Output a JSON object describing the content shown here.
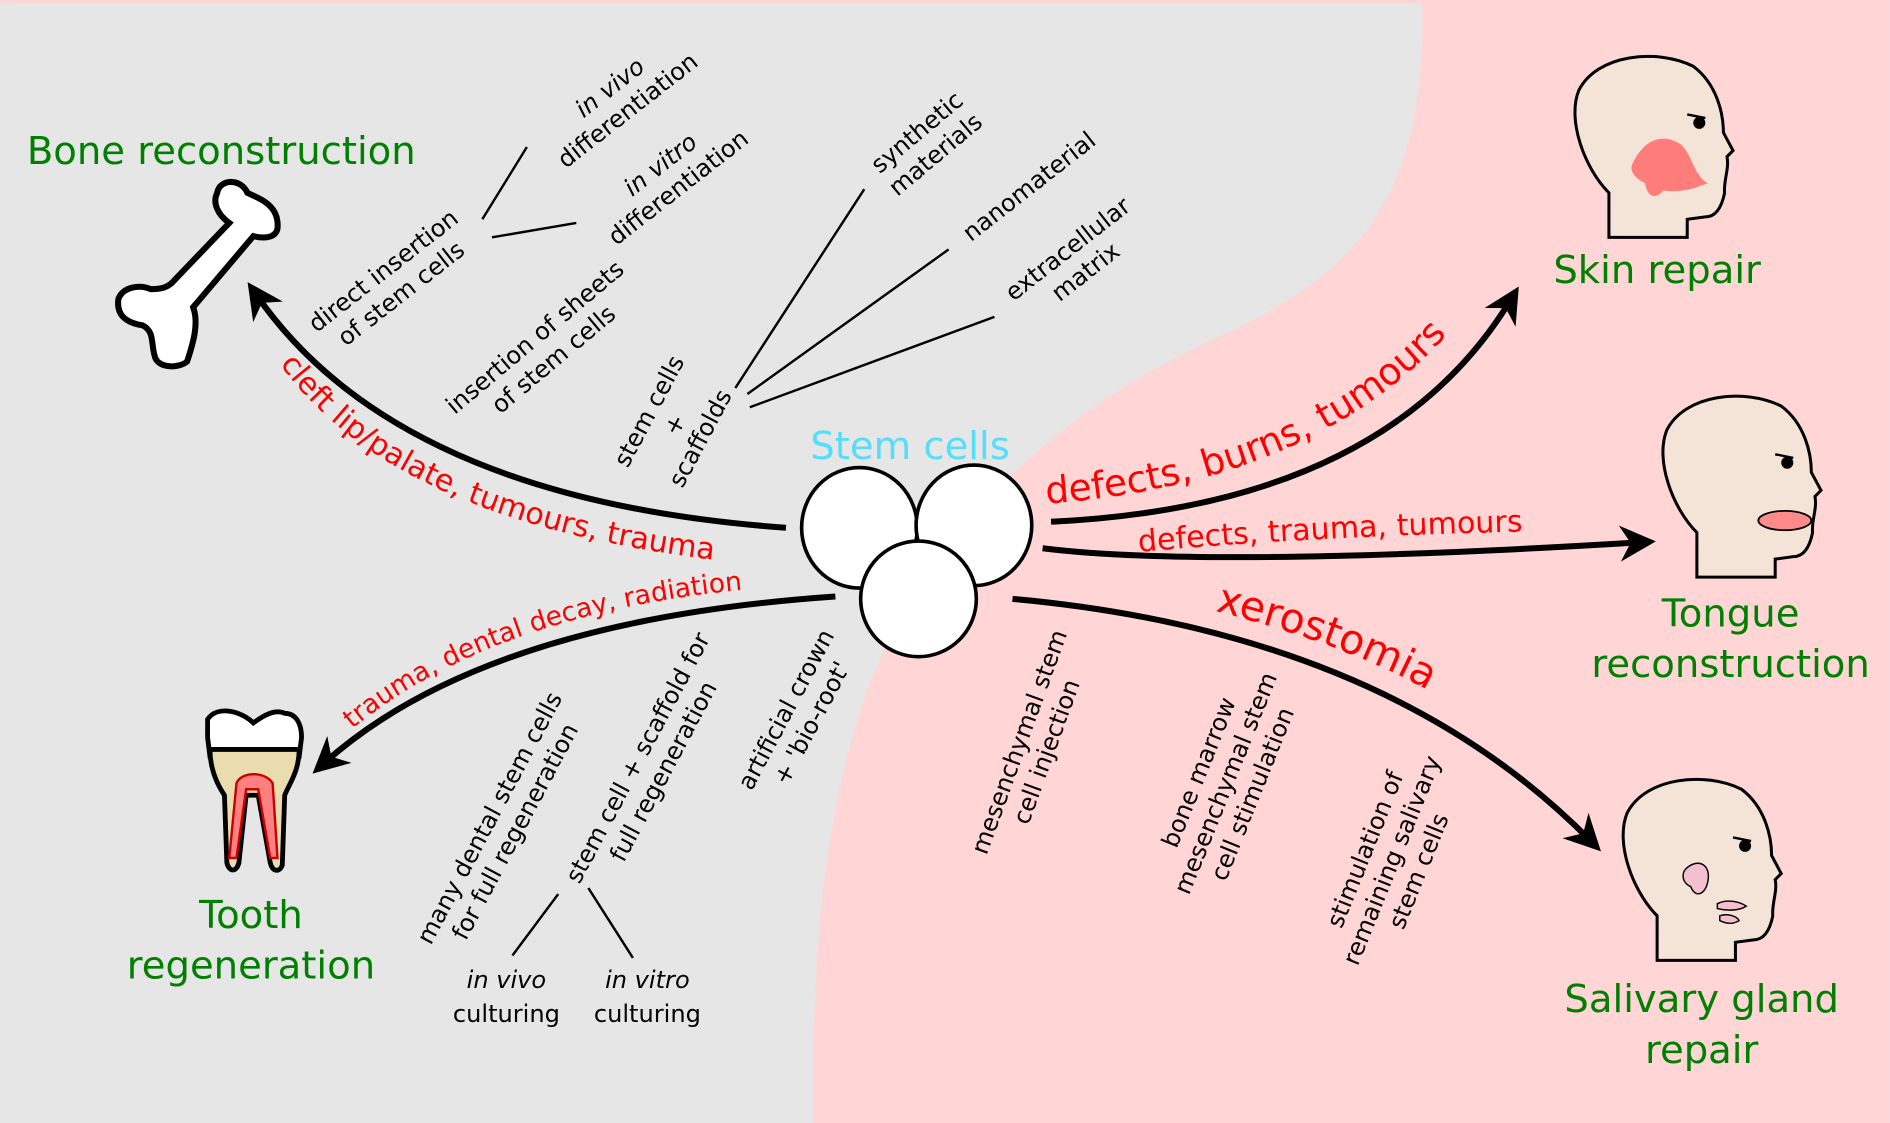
{
  "center": {
    "label": "Stem cells",
    "color": "#55ddff"
  },
  "background": {
    "left_color": "#e6e6e6",
    "right_color": "#ffd5d5"
  },
  "targets": {
    "bone": [
      "Bone reconstruction"
    ],
    "tooth": [
      "Tooth",
      "regeneration"
    ],
    "skin": [
      "Skin repair"
    ],
    "tongue": [
      "Tongue",
      "reconstruction"
    ],
    "salivary": [
      "Salivary gland",
      "repair"
    ],
    "color": "#008000"
  },
  "indications": {
    "bone": "cleft lip/palate, tumours, trauma",
    "tooth": "trauma, dental decay, radiation",
    "skin": "defects, burns, tumours",
    "tongue": "defects, trauma, tumours",
    "salivary": "xerostomia",
    "color": "#ff0000"
  },
  "methods": {
    "in_vivo_diff": [
      "in vivo",
      "differentiation"
    ],
    "in_vitro_diff": [
      "in vitro",
      "differentiation"
    ],
    "direct_insertion": [
      "direct insertion",
      "of stem cells"
    ],
    "sheets": [
      "insertion of sheets",
      "of stem cells"
    ],
    "scaffolds": [
      "stem cells",
      "+",
      "scaffolds"
    ],
    "synthetic": [
      "synthetic",
      "materials"
    ],
    "nano": [
      "nanomaterial"
    ],
    "ecm": [
      "extracellular",
      "matrix"
    ],
    "many_dental": [
      "many dental stem cells",
      "for full regeneration"
    ],
    "cell_scaffold": [
      "stem cell + scaffold for",
      "full regeneration"
    ],
    "crown": [
      "artificial crown",
      "+ 'bio-root'"
    ],
    "in_vivo_cult": [
      "in vivo",
      "culturing"
    ],
    "in_vitro_cult": [
      "in vitro",
      "culturing"
    ],
    "msc_injection": [
      "mesenchymal stem",
      "cell injection"
    ],
    "bone_marrow": [
      "bone marrow",
      "mesenchymal stem",
      "cell stimulation"
    ],
    "salivary_stim": [
      "stimulation of",
      "remaining salivary",
      "stem cells"
    ]
  },
  "icons": [
    "bone-icon",
    "tooth-icon",
    "head-skin-icon",
    "head-tongue-icon",
    "head-salivary-icon",
    "stem-cells-icon"
  ]
}
